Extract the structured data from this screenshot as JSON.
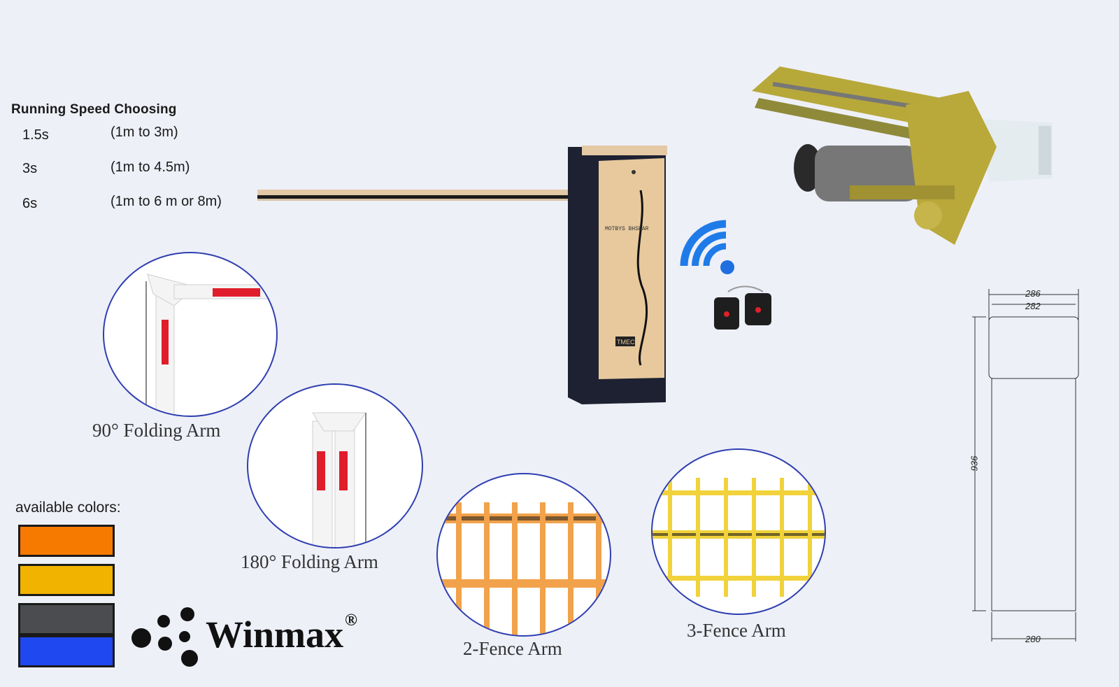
{
  "speed": {
    "title": "Running Speed Choosing",
    "rows": [
      {
        "time": "1.5s",
        "range": "(1m to 3m)"
      },
      {
        "time": "3s",
        "range": "(1m to 4.5m)"
      },
      {
        "time": "6s",
        "range": "(1m to 6 m or 8m)"
      }
    ]
  },
  "cabinet": {
    "panel_label": "MOTBYS BHSBAR",
    "brand_tag": "TMEC"
  },
  "arms": {
    "folding_90": "90° Folding Arm",
    "folding_180": "180° Folding Arm",
    "fence_2": "2-Fence Arm",
    "fence_3": "3-Fence Arm"
  },
  "colors": {
    "label": "available colors:",
    "swatches": [
      "#f77a00",
      "#f1b300",
      "#4a4c50",
      "#1f48f0"
    ]
  },
  "brand": {
    "name": "Winmax",
    "mark": "®"
  },
  "dimensions": {
    "top_outer": "286",
    "top_inner": "282",
    "height": "936",
    "bottom": "280"
  },
  "icons": [
    "wifi-icon",
    "remote-control-icon"
  ]
}
